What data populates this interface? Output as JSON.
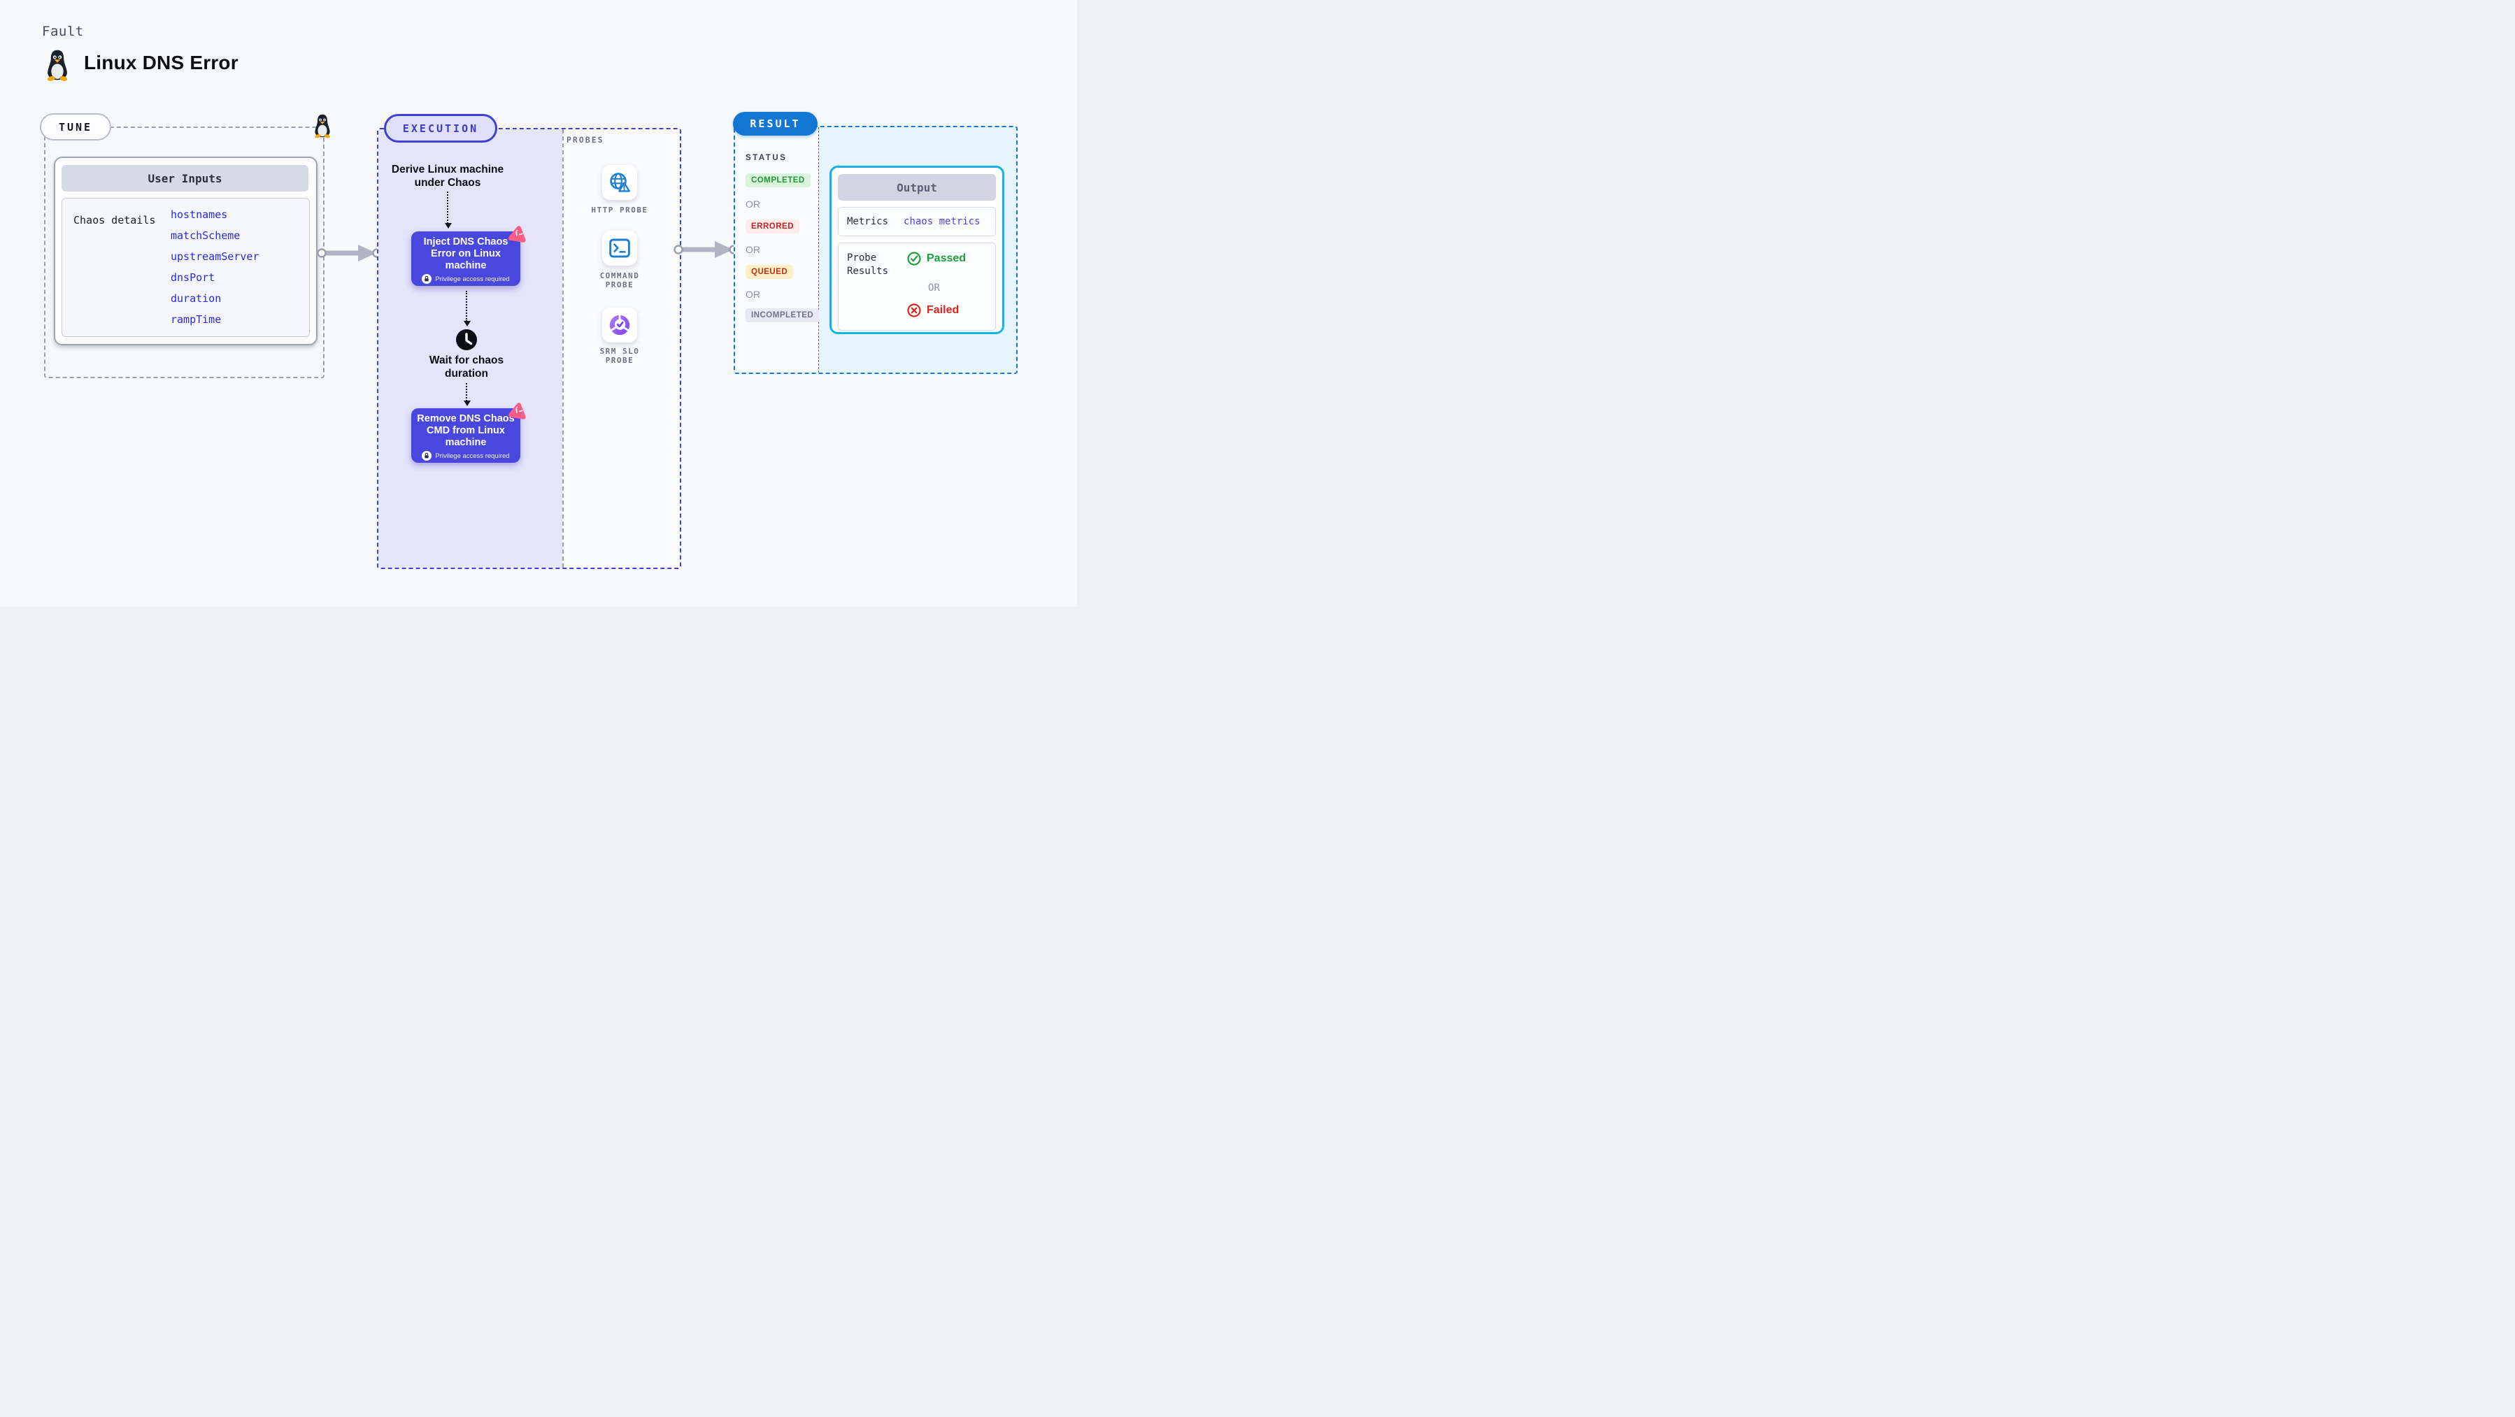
{
  "header": {
    "kind_label": "Fault",
    "title": "Linux DNS Error"
  },
  "tune": {
    "badge": "TUNE",
    "panel": {
      "title": "User Inputs",
      "row_label": "Chaos details",
      "inputs": [
        "hostnames",
        "matchScheme",
        "upstreamServer",
        "dnsPort",
        "duration",
        "rampTime"
      ]
    }
  },
  "execution": {
    "badge": "EXECUTION",
    "steps": {
      "derive": "Derive Linux machine under Chaos",
      "inject": {
        "title": "Inject DNS Chaos Error on Linux machine",
        "note": "Privilege access required"
      },
      "wait": "Wait for chaos duration",
      "remove": {
        "title": "Remove DNS Chaos CMD from Linux machine",
        "note": "Privilege access required"
      }
    },
    "probes": {
      "label": "PROBES",
      "items": [
        {
          "label": "HTTP PROBE"
        },
        {
          "label": "COMMAND PROBE"
        },
        {
          "label": "SRM SLO PROBE"
        }
      ]
    }
  },
  "result": {
    "badge": "RESULT",
    "status": {
      "label": "STATUS",
      "or": "OR",
      "items": [
        {
          "label": "COMPLETED",
          "fg": "#1d9b38",
          "bg": "#dcf3dc"
        },
        {
          "label": "ERRORED",
          "fg": "#c32323",
          "bg": "#fcecec"
        },
        {
          "label": "QUEUED",
          "fg": "#bf2f17",
          "bg": "#fdf0c5"
        },
        {
          "label": "INCOMPLETED",
          "fg": "#6e7487",
          "bg": "#e8e9f2"
        }
      ]
    },
    "output": {
      "title": "Output",
      "metrics_label": "Metrics",
      "metrics_link": "chaos metrics",
      "probe_results_label": "Probe Results",
      "passed": "Passed",
      "or": "OR",
      "failed": "Failed"
    }
  },
  "colors": {
    "page_bg": "#f7f8fb",
    "execution_accent": "#4240d4",
    "execution_panel_bg": "#e4e4fa",
    "node_indigo": "#4a47de",
    "result_blue": "#1277d3",
    "output_border_cyan": "#16b2ea",
    "output_area_bg": "#e7f6fd",
    "link_blue": "#2a2ae0",
    "passed_green": "#1f9e3c",
    "failed_red": "#d8261d",
    "probe_icon_blue": "#1b7fd6",
    "slo_purple": "#7a3ff0",
    "chaos_pink": "#fb5c86"
  }
}
